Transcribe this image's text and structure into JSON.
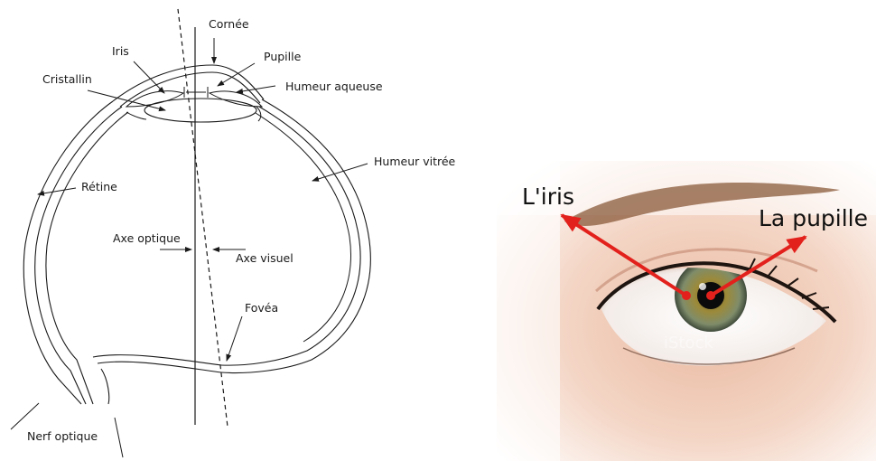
{
  "diagram": {
    "labels": {
      "cornea": "Cornée",
      "iris": "Iris",
      "pupil": "Pupille",
      "lens": "Cristallin",
      "aqueous": "Humeur aqueuse",
      "vitreous": "Humeur vitrée",
      "retina": "Rétine",
      "optical_axis": "Axe optique",
      "visual_axis": "Axe visuel",
      "fovea": "Fovéa",
      "optic_nerve": "Nerf optique"
    }
  },
  "photo": {
    "iris_label": "L'iris",
    "pupil_label": "La pupille",
    "watermark": "iStock",
    "arrow_color": "#e3211c"
  }
}
